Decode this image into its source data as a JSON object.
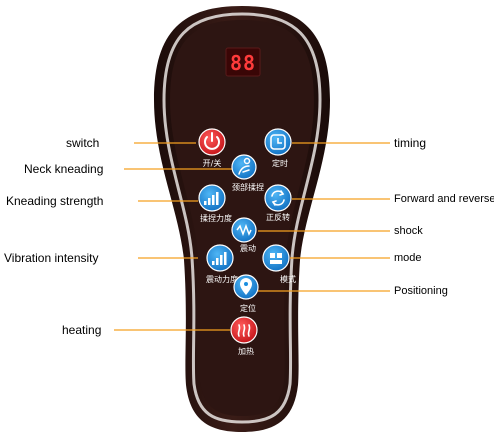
{
  "display": {
    "text": "88"
  },
  "colors": {
    "remote_body": "#2b1512",
    "remote_rim": "#ffffff",
    "display_bg": "#2a0505",
    "display_digits": "#ff3b3b",
    "blue_button": "#1c8fe0",
    "red_button": "#e0282f",
    "leader_line": "#f5a020",
    "button_label": "#ffffff"
  },
  "buttons": [
    {
      "id": "switch",
      "icon": "power-icon",
      "color": "red",
      "label": "开/关"
    },
    {
      "id": "timing",
      "icon": "clock-icon",
      "color": "blue",
      "label": "定时"
    },
    {
      "id": "neck",
      "icon": "neck-massage-icon",
      "color": "blue",
      "label": "颈部揉捏"
    },
    {
      "id": "strength",
      "icon": "signal-bars-icon",
      "color": "blue",
      "label": "揉捏力度"
    },
    {
      "id": "direction",
      "icon": "rotate-arrows-icon",
      "color": "blue",
      "label": "正反转"
    },
    {
      "id": "shock",
      "icon": "vibration-wave-icon",
      "color": "blue",
      "label": "震动"
    },
    {
      "id": "vibration",
      "icon": "signal-bars-icon",
      "color": "blue",
      "label": "震动力度"
    },
    {
      "id": "mode",
      "icon": "mode-icon",
      "color": "blue",
      "label": "模式"
    },
    {
      "id": "position",
      "icon": "location-pin-icon",
      "color": "blue",
      "label": "定位"
    },
    {
      "id": "heating",
      "icon": "heat-icon",
      "color": "red",
      "label": "加热"
    }
  ],
  "callouts": {
    "switch": "switch",
    "neck": "Neck kneading",
    "strength": "Kneading strength",
    "vibration": "Vibration intensity",
    "heating": "heating",
    "timing": "timing",
    "direction": "Forward and reverse",
    "shock": "shock",
    "mode": "mode",
    "position": "Positioning"
  }
}
